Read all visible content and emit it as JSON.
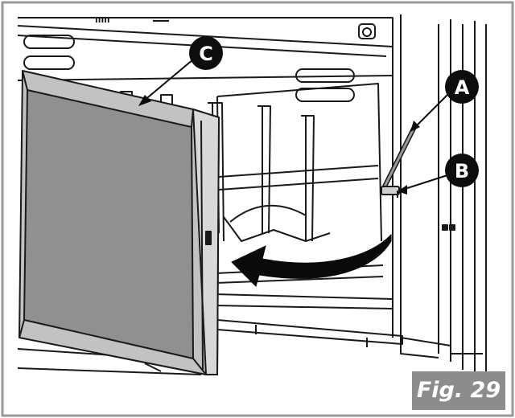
{
  "callouts": [
    {
      "label": "A",
      "part": "upper rod"
    },
    {
      "label": "B",
      "part": "lower pin"
    },
    {
      "label": "C",
      "part": "door top edge"
    }
  ],
  "figure_label": "Fig. 29",
  "vent_text": "IIIII",
  "colors": {
    "frame_border": "#9a9a9a",
    "line": "#1a1a1a",
    "door_panel": "#909090",
    "door_frame": "#c2c2c2",
    "callout_bg": "#0d0d0d",
    "arrow": "#0a0a0a",
    "label_bg": "#8c8c8c"
  },
  "icons": [
    "callout-circle",
    "curved-arrow-icon"
  ]
}
